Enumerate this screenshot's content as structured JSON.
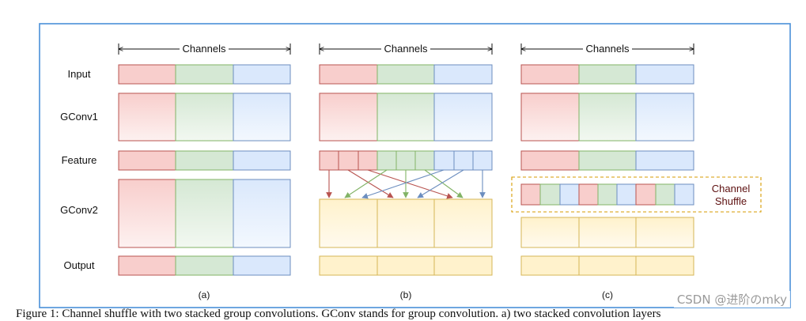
{
  "rows": [
    {
      "key": "input",
      "label": "Input"
    },
    {
      "key": "gconv1",
      "label": "GConv1"
    },
    {
      "key": "feature",
      "label": "Feature"
    },
    {
      "key": "gconv2",
      "label": "GConv2"
    },
    {
      "key": "output",
      "label": "Output"
    }
  ],
  "panels": [
    {
      "key": "a",
      "caption": "(a)",
      "header": "Channels"
    },
    {
      "key": "b",
      "caption": "(b)",
      "header": "Channels"
    },
    {
      "key": "c",
      "caption": "(c)",
      "header": "Channels"
    }
  ],
  "shuffle_label": [
    "Channel",
    "Shuffle"
  ],
  "figure_caption": "Figure 1: Channel shuffle with two stacked group convolutions. GConv stands for group convolution. a) two stacked convolution layers",
  "watermark": "CSDN @进阶のmky",
  "colors": {
    "red_fill": "#f8cecc",
    "red_stroke": "#b85450",
    "green_fill": "#d5e8d4",
    "green_stroke": "#82b366",
    "blue_fill": "#dae8fc",
    "blue_stroke": "#6c8ebf",
    "yellow_fill": "#fff2cc",
    "yellow_stroke": "#d6b656",
    "frame": "#4a90d9",
    "shuffle_border": "#d79b00",
    "arrow_red": "#b85450",
    "arrow_green": "#82b366",
    "arrow_blue": "#6c8ebf"
  }
}
